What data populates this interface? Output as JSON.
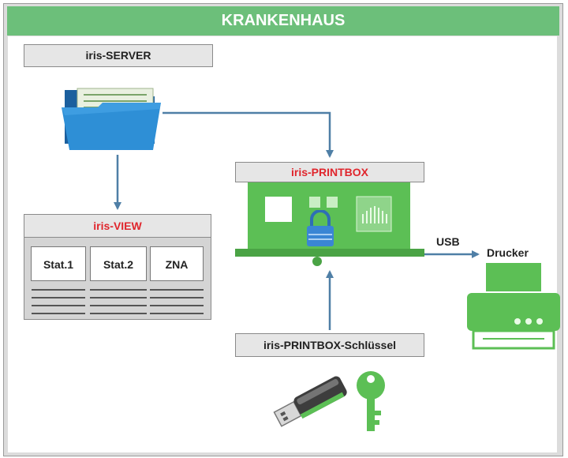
{
  "header": {
    "title": "KRANKENHAUS"
  },
  "server": {
    "label": "iris-SERVER"
  },
  "printbox": {
    "label": "iris-PRINTBOX"
  },
  "view": {
    "label": "iris-VIEW",
    "stations": [
      "Stat.1",
      "Stat.2",
      "ZNA"
    ]
  },
  "connection": {
    "usb": "USB"
  },
  "printer": {
    "label": "Drucker"
  },
  "key": {
    "label": "iris-PRINTBOX-Schlüssel"
  },
  "colors": {
    "header": "#6cbf7a",
    "accent_red": "#e0262d",
    "board_green": "#5cbf55",
    "arrow": "#4f7fa6",
    "folder_blue": "#2e8fd6"
  },
  "icons": [
    "folder-icon",
    "printbox-board-icon",
    "lock-icon",
    "printer-icon",
    "usb-stick-icon",
    "key-icon"
  ]
}
